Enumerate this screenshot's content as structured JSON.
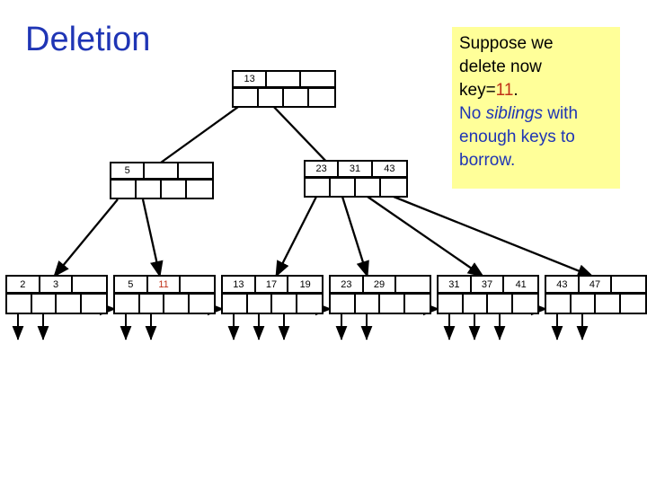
{
  "slide": {
    "title": "Deletion",
    "title_color": "#1F35B5",
    "background": "#FFFFFF"
  },
  "callout": {
    "background": "#FFFF99",
    "lines": [
      {
        "text": "Suppose we",
        "color": "#000000"
      },
      {
        "text": "delete now",
        "color": "#000000"
      },
      {
        "text": "key=",
        "color": "#000000"
      },
      {
        "text": "11",
        "color": "#C03018"
      },
      {
        "text": ".",
        "color": "#000000"
      },
      {
        "text": "No ",
        "color": "#1F35B5"
      },
      {
        "text": "siblings",
        "color": "#1F35B5",
        "style": "italic"
      },
      {
        "text": " with",
        "color": "#1F35B5"
      },
      {
        "text": "enough keys to",
        "color": "#1F35B5"
      },
      {
        "text": "borrow.",
        "color": "#1F35B5"
      }
    ],
    "line1": "Suppose we",
    "line2": "delete now",
    "line3_prefix": "key=",
    "line3_key": "11",
    "line3_suffix": ".",
    "line4_a": "No ",
    "line4_b": "siblings",
    "line4_c": " with",
    "line5": "enough keys to",
    "line6": "borrow."
  },
  "tree": {
    "type": "b-plus-tree",
    "highlight_key": "11",
    "highlight_color": "#C03018",
    "root": {
      "name": "root-node",
      "keys": [
        "13",
        "",
        ""
      ],
      "pointers": 4
    },
    "internal": [
      {
        "name": "internal-node-left",
        "keys": [
          "5",
          "",
          ""
        ],
        "pointers": 4
      },
      {
        "name": "internal-node-right",
        "keys": [
          "23",
          "31",
          "43"
        ],
        "pointers": 4
      }
    ],
    "leaves": [
      {
        "name": "leaf-node-1",
        "keys": [
          "2",
          "3",
          ""
        ],
        "highlight": [],
        "arrows": 2
      },
      {
        "name": "leaf-node-2",
        "keys": [
          "5",
          "11",
          ""
        ],
        "highlight": [
          "11"
        ],
        "arrows": 2
      },
      {
        "name": "leaf-node-3",
        "keys": [
          "13",
          "17",
          "19"
        ],
        "highlight": [],
        "arrows": 3
      },
      {
        "name": "leaf-node-4",
        "keys": [
          "23",
          "29",
          ""
        ],
        "highlight": [],
        "arrows": 2
      },
      {
        "name": "leaf-node-5",
        "keys": [
          "31",
          "37",
          "41"
        ],
        "highlight": [],
        "arrows": 3
      },
      {
        "name": "leaf-node-6",
        "keys": [
          "43",
          "47",
          ""
        ],
        "highlight": [],
        "arrows": 2
      }
    ]
  }
}
